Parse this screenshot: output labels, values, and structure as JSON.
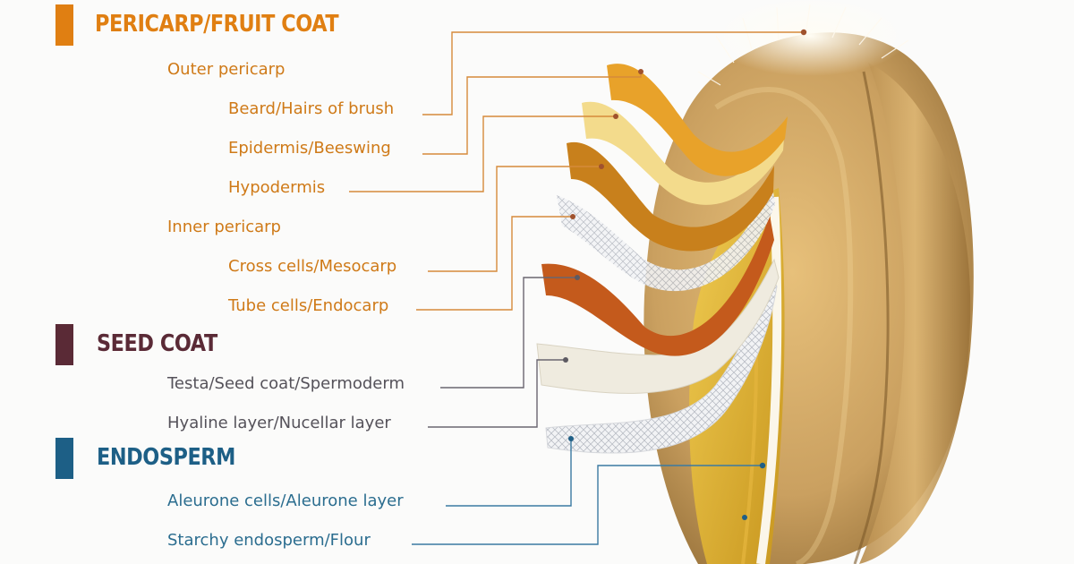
{
  "colors": {
    "pericarp": "#e07f12",
    "pericarp_text": "#cf7a18",
    "seed_coat": "#5a2a36",
    "seed_coat_text": "#55525a",
    "endosperm": "#1d5f86",
    "endosperm_text": "#2b6d8f"
  },
  "sections": {
    "pericarp": {
      "heading": "PERICARP/FRUIT COAT",
      "labels": {
        "outer_pericarp": "Outer pericarp",
        "beard": "Beard/Hairs of brush",
        "epidermis": "Epidermis/Beeswing",
        "hypodermis": "Hypodermis",
        "inner_pericarp": "Inner pericarp",
        "cross_cells": "Cross cells/Mesocarp",
        "tube_cells": "Tube cells/Endocarp"
      }
    },
    "seed_coat": {
      "heading": "SEED COAT",
      "labels": {
        "testa": "Testa/Seed coat/Spermoderm",
        "hyaline": "Hyaline layer/Nucellar layer"
      }
    },
    "endosperm": {
      "heading": "ENDOSPERM",
      "labels": {
        "aleurone": "Aleurone cells/Aleurone layer",
        "starchy": "Starchy endosperm/Flour"
      }
    }
  }
}
